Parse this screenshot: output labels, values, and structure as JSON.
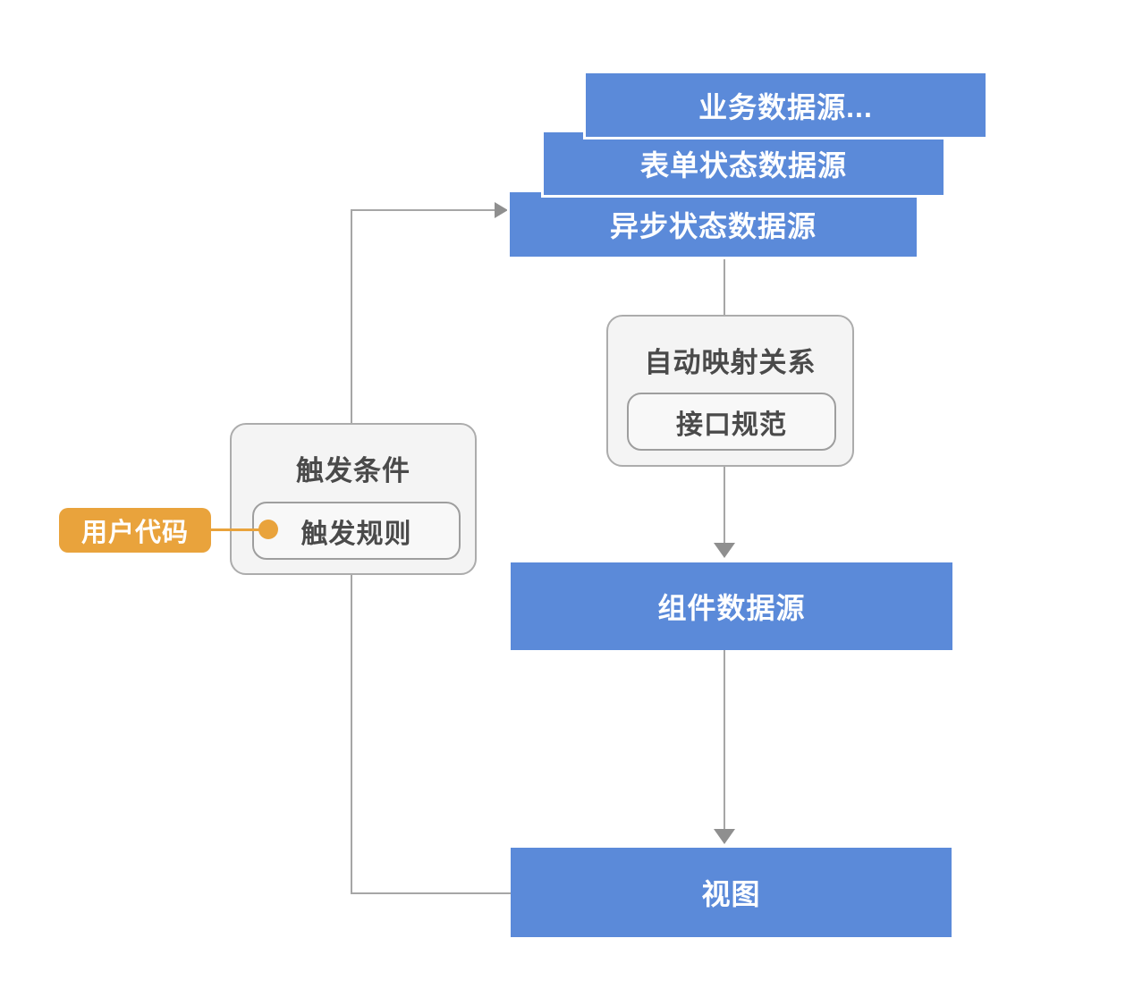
{
  "diagram": {
    "stack": [
      {
        "label": "业务数据源..."
      },
      {
        "label": "表单状态数据源"
      },
      {
        "label": "异步状态数据源"
      }
    ],
    "auto_mapping": {
      "title": "自动映射关系",
      "inner_label": "接口规范"
    },
    "trigger": {
      "title": "触发条件",
      "inner_label": "触发规则"
    },
    "user_code_label": "用户代码",
    "component_source_label": "组件数据源",
    "view_label": "视图",
    "colors": {
      "node_blue": "#5B8AD9",
      "accent_orange": "#E9A33C",
      "connector_gray": "#A6A6A6",
      "arrow_gray": "#8F8F8F",
      "panel_fill": "#F4F4F4",
      "panel_inner_fill": "#F8F8F8",
      "panel_border": "#ACACAC",
      "panel_inner_border": "#9E9E9E",
      "text_dark": "#4A4A4A",
      "text_light": "#FFFFFF"
    }
  }
}
